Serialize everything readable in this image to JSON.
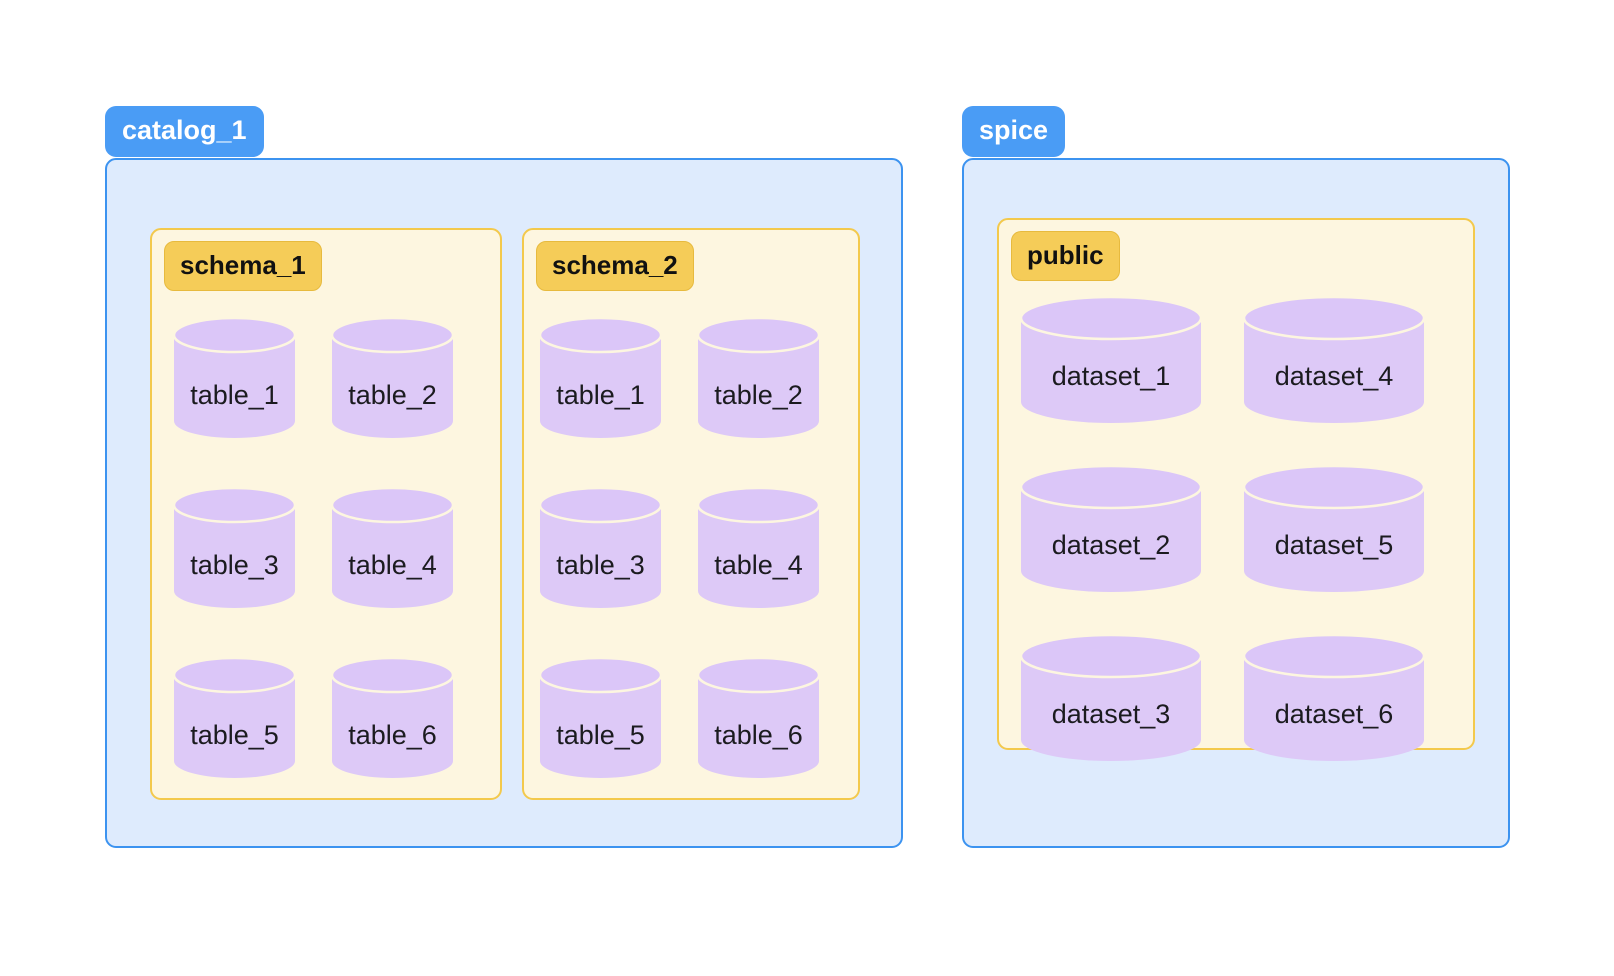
{
  "diagram": {
    "type": "nested-container-diagram",
    "background": "#ffffff",
    "palette": {
      "group_badge_bg": "#4A9CF5",
      "group_badge_text": "#ffffff",
      "group_body_bg": "#DEEBFD",
      "group_body_border": "#3C93F0",
      "schema_bg": "#FDF6E0",
      "schema_border": "#F3C94C",
      "schema_badge_bg": "#F5CC58",
      "schema_badge_text": "#111111",
      "cylinder_body": "#DDC9F7",
      "cylinder_top": "#DBC6F8",
      "cylinder_rim": "#FDF6E0",
      "cylinder_label": "#1b1b1f"
    },
    "groups": [
      {
        "name": "catalog-1",
        "badge": "catalog_1",
        "schemas": [
          {
            "name": "schema-1",
            "badge": "schema_1",
            "items": [
              "table_1",
              "table_2",
              "table_3",
              "table_4",
              "table_5",
              "table_6"
            ]
          },
          {
            "name": "schema-2",
            "badge": "schema_2",
            "items": [
              "table_1",
              "table_2",
              "table_3",
              "table_4",
              "table_5",
              "table_6"
            ]
          }
        ]
      },
      {
        "name": "spice",
        "badge": "spice",
        "schemas": [
          {
            "name": "public",
            "badge": "public",
            "items": [
              "dataset_1",
              "dataset_4",
              "dataset_2",
              "dataset_5",
              "dataset_3",
              "dataset_6"
            ]
          }
        ]
      }
    ]
  }
}
